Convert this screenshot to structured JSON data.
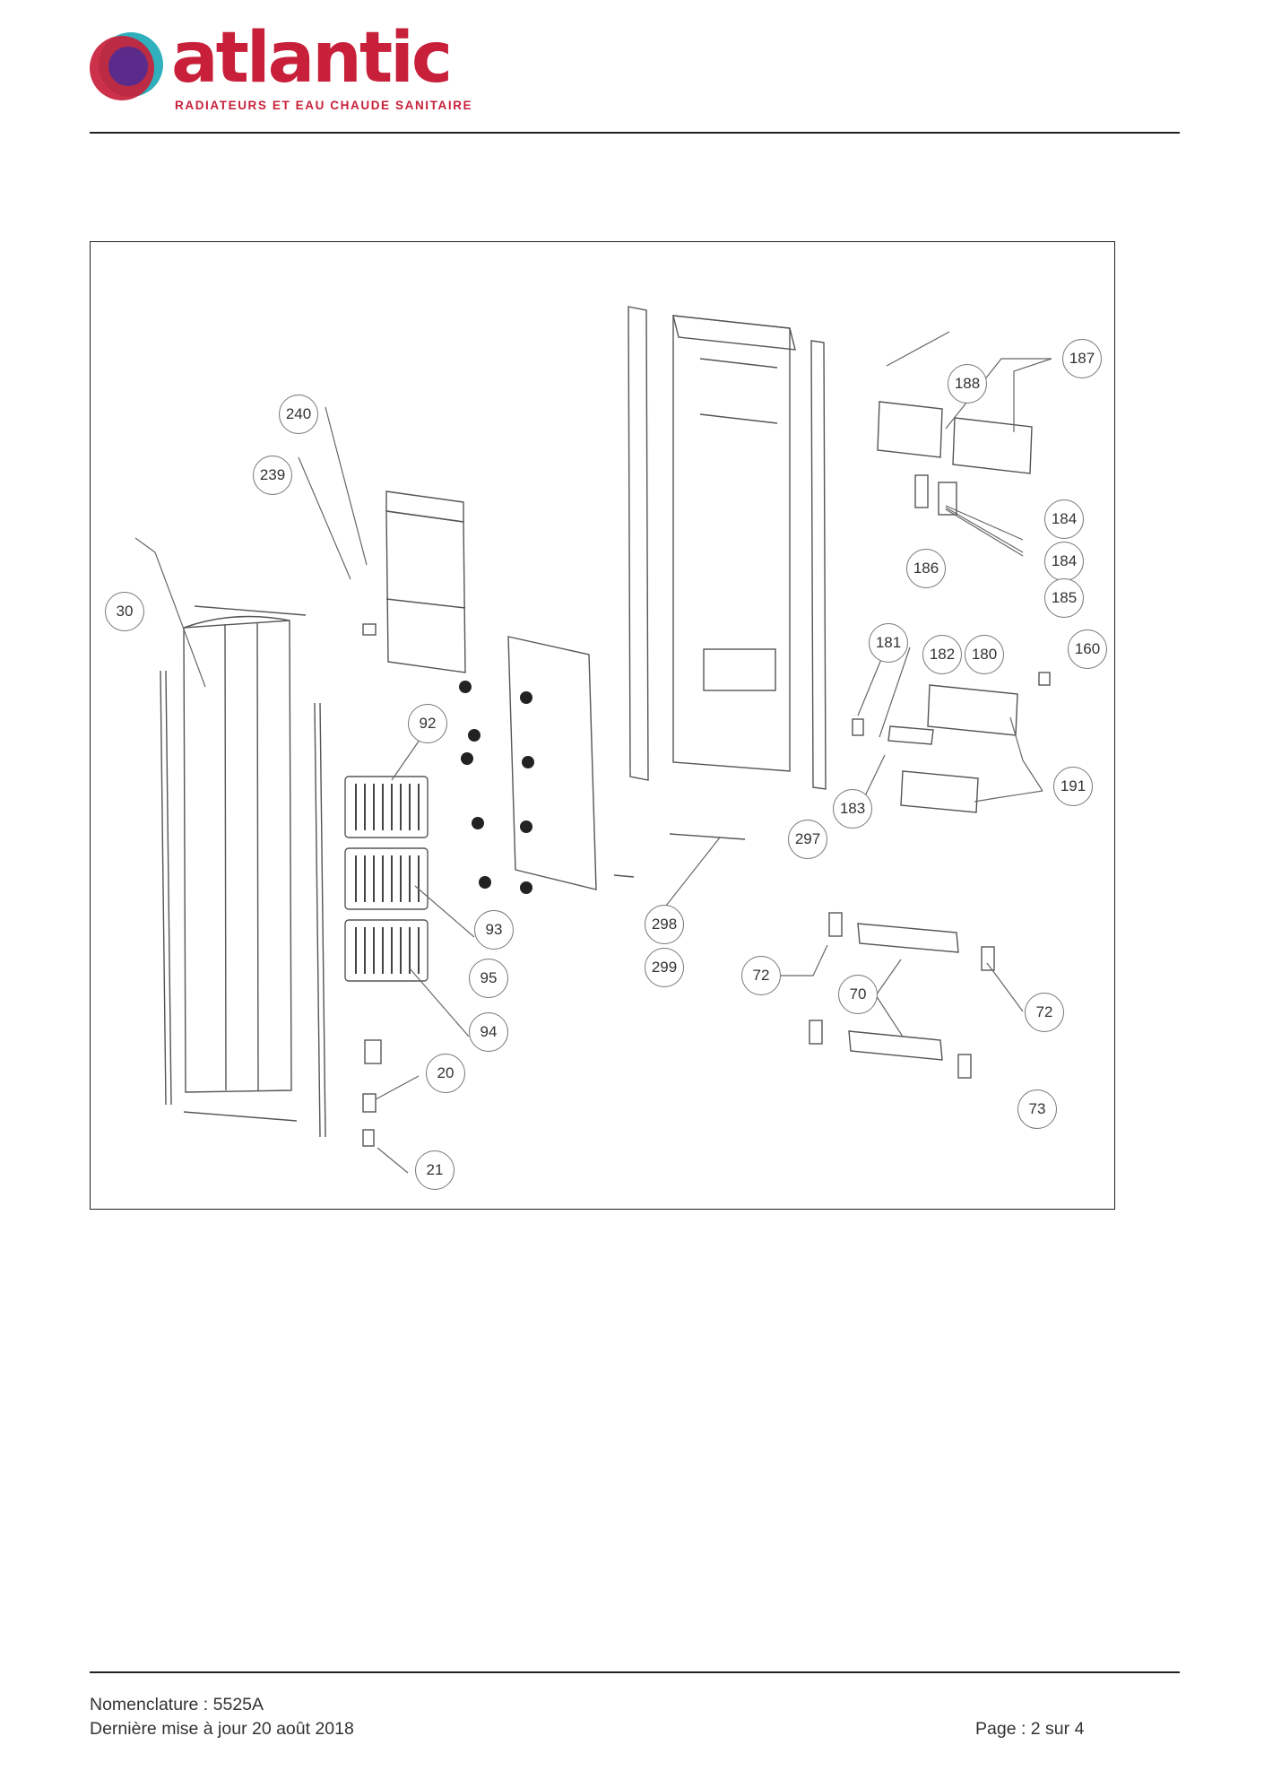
{
  "header": {
    "brand_name": "atlantic",
    "tagline": "RADIATEURS ET EAU CHAUDE SANITAIRE",
    "colors": {
      "brand": "#c8203a",
      "accent": "#1aa7b5",
      "logo_purple": "#5b2b8c"
    }
  },
  "diagram": {
    "callouts": [
      "240",
      "239",
      "30",
      "92",
      "93",
      "95",
      "94",
      "20",
      "21",
      "298",
      "299",
      "297",
      "188",
      "187",
      "184",
      "184",
      "185",
      "186",
      "181",
      "182",
      "180",
      "160",
      "191",
      "183",
      "72",
      "70",
      "72",
      "73"
    ]
  },
  "footer": {
    "nomenclature": "Nomenclature : 5525A",
    "updated": "Dernière mise à jour 20 août 2018",
    "page": "Page : 2 sur 4"
  }
}
